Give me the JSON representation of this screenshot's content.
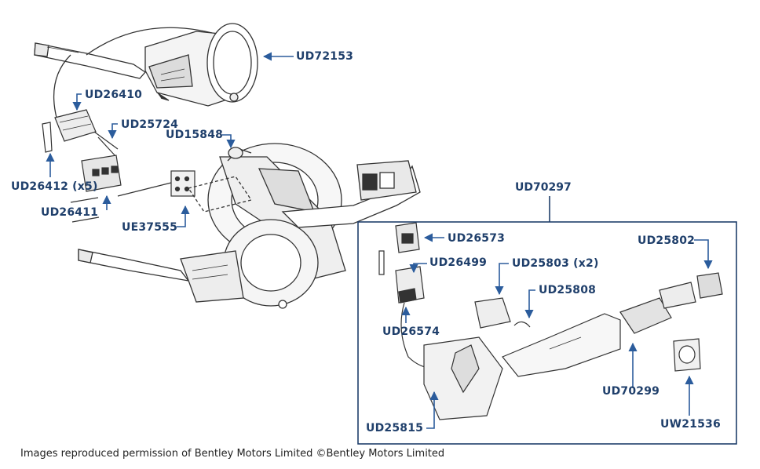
{
  "labels": {
    "ud72153": "UD72153",
    "ud26410": "UD26410",
    "ud25724": "UD25724",
    "ud15848": "UD15848",
    "ud26412": "UD26412 (x5)",
    "ud26411": "UD26411",
    "ue37555": "UE37555",
    "ud70297": "UD70297",
    "ud26573": "UD26573",
    "ud26499": "UD26499",
    "ud25803": "UD25803 (x2)",
    "ud25808": "UD25808",
    "ud25802": "UD25802",
    "ud26574": "UD26574",
    "ud70299": "UD70299",
    "ud25815": "UD25815",
    "uw21536": "UW21536"
  },
  "caption": "Images reproduced permission of Bentley Motors Limited ©Bentley Motors Limited",
  "colors": {
    "label": "#1f3f6b",
    "arrow": "#2b5c9c",
    "line_art": "#333333",
    "box": "#1f3f6b"
  }
}
